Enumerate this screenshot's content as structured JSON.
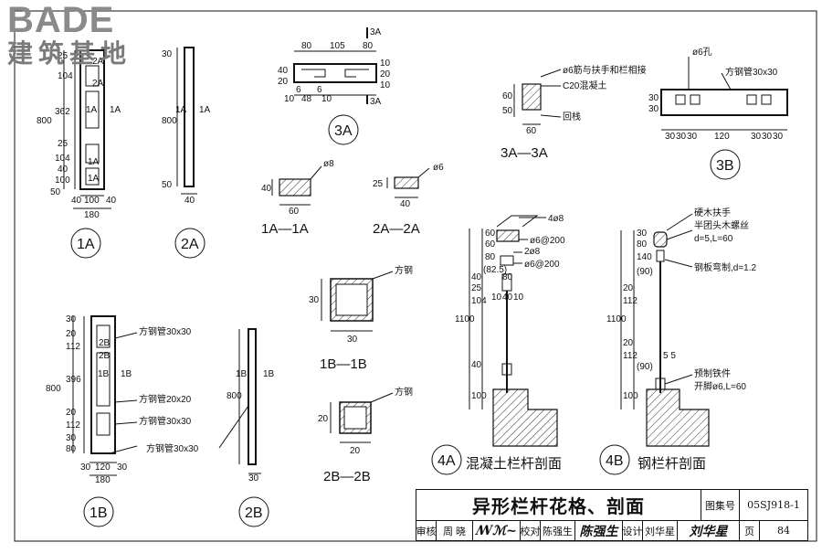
{
  "logo": {
    "latin": "BADE",
    "chinese": "建筑基地"
  },
  "detail_1a": {
    "dims_vertical": [
      "25",
      "104",
      "362",
      "25",
      "104",
      "40",
      "100",
      "50",
      "800"
    ],
    "dims_horizontal": [
      "40",
      "100",
      "40",
      "180"
    ],
    "cut_marks": [
      "2A",
      "2A",
      "1A",
      "1A",
      "1A",
      "1A"
    ],
    "label": "1A"
  },
  "detail_2a": {
    "dims": [
      "30",
      "800",
      "50",
      "40"
    ],
    "cut_marks": [
      "1A",
      "1A"
    ],
    "label": "2A"
  },
  "detail_3a": {
    "dims_top": [
      "80",
      "105",
      "80"
    ],
    "dims_bottom": [
      "10",
      "6",
      "48",
      "6",
      "10"
    ],
    "dims_side_left": [
      "40",
      "20"
    ],
    "dims_side_right": [
      "10",
      "20",
      "10"
    ],
    "cut_marks": [
      "3A",
      "3A"
    ],
    "label": "3A"
  },
  "section_3a_3a": {
    "callouts": [
      "ø6筋与扶手和栏相接",
      "C20混凝土",
      "回栈"
    ],
    "dims_vertical": [
      "60",
      "50"
    ],
    "dims_horizontal": [
      "60"
    ],
    "caption": "3A—3A"
  },
  "detail_3b": {
    "callouts": [
      "ø6孔",
      "方钢管30x30"
    ],
    "dims_top": [
      "30",
      "30",
      "30",
      "120",
      "30",
      "30",
      "30"
    ],
    "dims_side": [
      "30",
      "30"
    ],
    "label": "3B"
  },
  "section_1a_1a": {
    "dims": [
      "40",
      "60"
    ],
    "callout": "ø8",
    "caption": "1A—1A"
  },
  "section_2a_2a": {
    "dims": [
      "25",
      "40"
    ],
    "callout": "ø6",
    "caption": "2A—2A"
  },
  "detail_1b": {
    "dims_vertical": [
      "30",
      "20",
      "112",
      "396",
      "20",
      "112",
      "30",
      "80",
      "800"
    ],
    "dims_horizontal": [
      "30",
      "120",
      "30",
      "180"
    ],
    "cut_marks": [
      "2B",
      "2B",
      "1B",
      "1B"
    ],
    "callouts": [
      "方钢管30x30",
      "方钢管20x20",
      "方钢管30x30",
      "方钢管30x30"
    ],
    "label": "1B"
  },
  "detail_2b": {
    "dims": [
      "800",
      "30"
    ],
    "cut_marks": [
      "1B",
      "1B"
    ],
    "label": "2B"
  },
  "section_1b_1b": {
    "dims": [
      "30",
      "30"
    ],
    "callout": "方钢",
    "caption": "1B—1B"
  },
  "section_2b_2b": {
    "dims": [
      "20",
      "20"
    ],
    "callout": "方钢",
    "caption": "2B—2B"
  },
  "detail_4a": {
    "callouts": [
      "4ø8",
      "ø6@200",
      "2ø8",
      "ø6@200"
    ],
    "dims_left": [
      "60",
      "60",
      "80",
      "(82.5)",
      "25",
      "104",
      "40",
      "1100",
      "40",
      "100"
    ],
    "dims_bottom": [
      "10",
      "40",
      "10"
    ],
    "dim_80": "80",
    "label": "4A",
    "caption": "混凝土栏杆剖面"
  },
  "detail_4b": {
    "callouts": [
      "硬木扶手",
      "半团头木螺丝",
      "d=5,L=60",
      "钢板弯制,d=1.2",
      "预制铁件",
      "开脚ø6,L=60"
    ],
    "dims_left": [
      "30",
      "80",
      "140",
      "(90)",
      "20",
      "112",
      "1100",
      "20",
      "112",
      "(90)",
      "100"
    ],
    "dim_mid": "5 5",
    "label": "4B",
    "caption": "钢栏杆剖面"
  },
  "title_block": {
    "title": "异形栏杆花格、剖面",
    "atlas_label": "图集号",
    "atlas_no": "05SJ918-1",
    "review_label": "审核",
    "reviewer": "周 晓",
    "check_label": "校对",
    "checker": "陈强生",
    "design_label": "设计",
    "designer": "刘华星",
    "page_label": "页",
    "page_no": "84"
  }
}
